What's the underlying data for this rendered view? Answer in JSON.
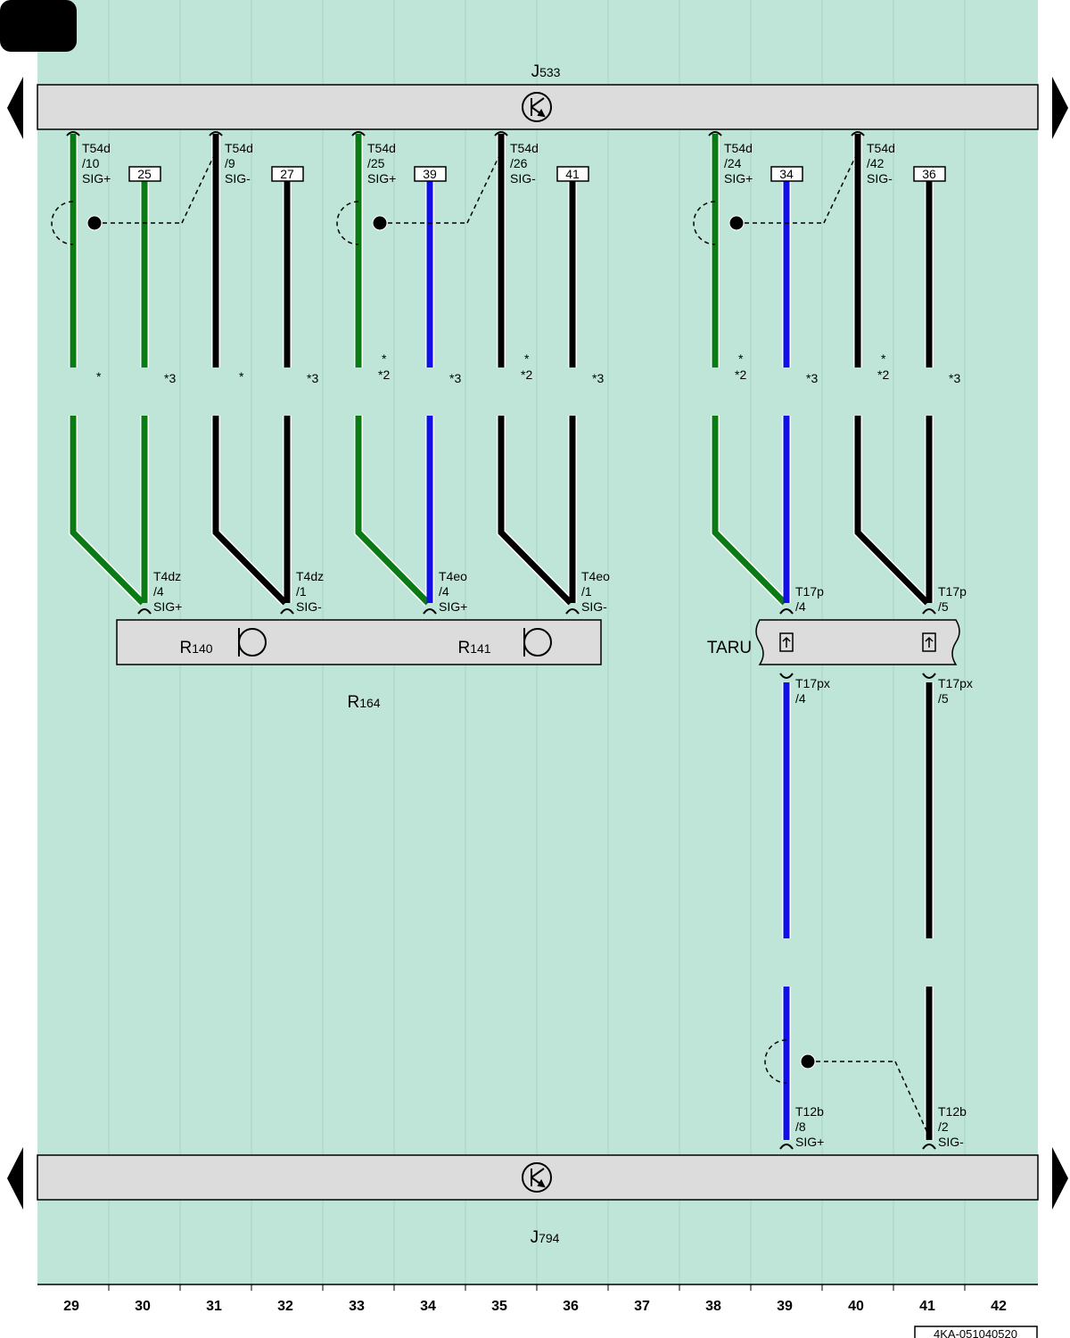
{
  "colors": {
    "background": "#bfe5d8",
    "bar": "#dcdcdc",
    "green": "#0a7a14",
    "blue": "#1010e6",
    "black": "#000000"
  },
  "components": {
    "top": {
      "letter": "J",
      "sub": "533"
    },
    "bottom": {
      "letter": "J",
      "sub": "794"
    },
    "mic_block": {
      "letter": "R",
      "sub": "164"
    },
    "mic_left": {
      "letter": "R",
      "sub": "140"
    },
    "mic_right": {
      "letter": "R",
      "sub": "141"
    },
    "taru": "TARU"
  },
  "top_connectors": {
    "c29": [
      "T54d",
      "/10",
      "SIG+"
    ],
    "c31": [
      "T54d",
      "/9",
      "SIG-"
    ],
    "c33": [
      "T54d",
      "/25",
      "SIG+"
    ],
    "c35": [
      "T54d",
      "/26",
      "SIG-"
    ],
    "c38": [
      "T54d",
      "/24",
      "SIG+"
    ],
    "c40": [
      "T54d",
      "/42",
      "SIG-"
    ]
  },
  "boxes": {
    "c30": "25",
    "c32": "27",
    "c34": "39",
    "c36": "41",
    "c39": "34",
    "c41": "36"
  },
  "break_marks": {
    "c29": [
      "*"
    ],
    "c30": [
      "*3"
    ],
    "c31": [
      "*"
    ],
    "c32": [
      "*3"
    ],
    "c33": [
      "*",
      "*2"
    ],
    "c34": [
      "*3"
    ],
    "c35": [
      "*",
      "*2"
    ],
    "c36": [
      "*3"
    ],
    "c38": [
      "*",
      "*2"
    ],
    "c39": [
      "*3"
    ],
    "c40": [
      "*",
      "*2"
    ],
    "c41": [
      "*3"
    ]
  },
  "lower_connectors": {
    "c30": [
      "T4dz",
      "/4",
      "SIG+"
    ],
    "c32": [
      "T4dz",
      "/1",
      "SIG-"
    ],
    "c34": [
      "T4eo",
      "/4",
      "SIG+"
    ],
    "c36": [
      "T4eo",
      "/1",
      "SIG-"
    ],
    "c39": [
      "T17p",
      "/4"
    ],
    "c41": [
      "T17p",
      "/5"
    ]
  },
  "taru_out": {
    "c39": [
      "T17px",
      "/4"
    ],
    "c41": [
      "T17px",
      "/5"
    ]
  },
  "bottom_connectors": {
    "c39": [
      "T12b",
      "/8",
      "SIG+"
    ],
    "c41": [
      "T12b",
      "/2",
      "SIG-"
    ]
  },
  "columns": [
    "29",
    "30",
    "31",
    "32",
    "33",
    "34",
    "35",
    "36",
    "37",
    "38",
    "39",
    "40",
    "41",
    "42"
  ],
  "doc_ref": "4KA-051040520"
}
